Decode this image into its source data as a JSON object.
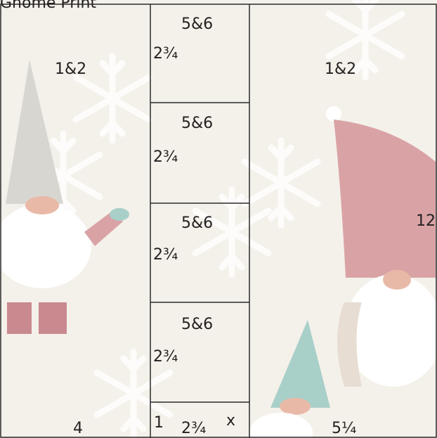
{
  "title": "Gnome Print",
  "colors": {
    "paper": "#f4f1ea",
    "line": "#2a2a2a",
    "gnome_red": "#d9a3a6",
    "gnome_grey": "#d8d6d0",
    "gnome_teal": "#a9cfc9",
    "skin": "#e9b9a8",
    "beard": "#ffffff",
    "snowflake": "#ffffff"
  },
  "icons": [
    "snowflake-icon",
    "gnome-grey-hat",
    "gnome-red-hat",
    "gnome-teal-hat"
  ],
  "pieces": {
    "left": {
      "label": "1&2",
      "bottom": "4"
    },
    "right": {
      "label": "1&2",
      "side": "12",
      "bottom": "5¼"
    },
    "strips": [
      {
        "label": "5&6",
        "size": "2¾"
      },
      {
        "label": "5&6",
        "size": "2¾"
      },
      {
        "label": "5&6",
        "size": "2¾"
      },
      {
        "label": "5&6",
        "size": "2¾"
      }
    ],
    "bottom_strip": {
      "count": "1",
      "size": "2¾",
      "mult": "x"
    }
  }
}
